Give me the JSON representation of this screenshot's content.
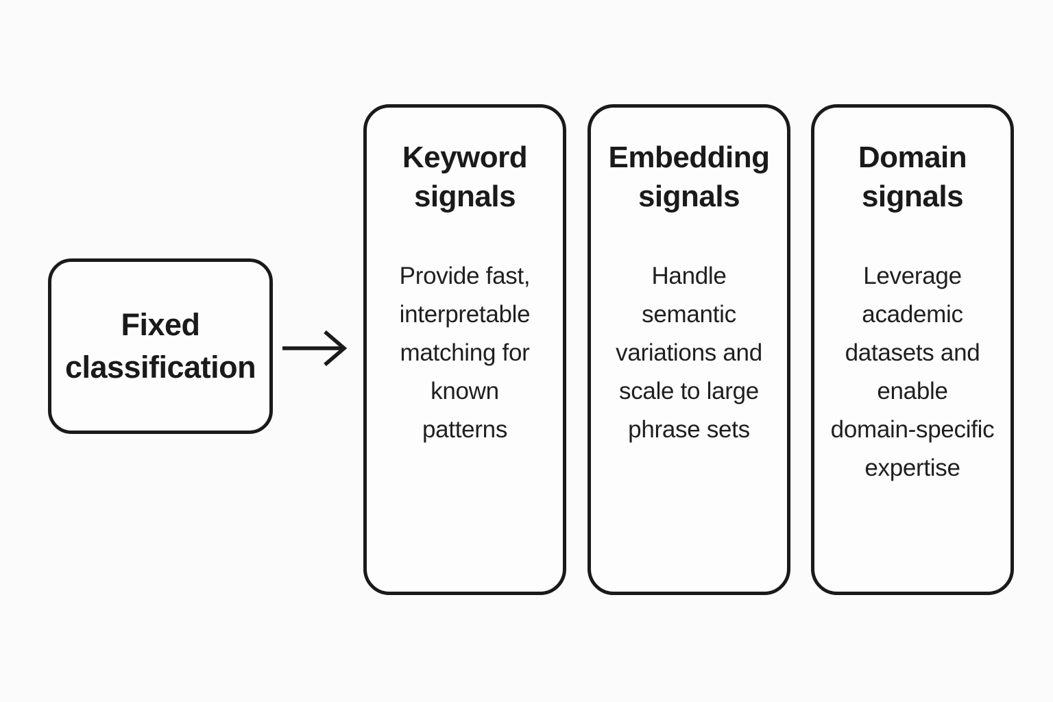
{
  "diagram": {
    "source_node": {
      "label": "Fixed\nclassification"
    },
    "arrow": {
      "direction": "right"
    },
    "cards": [
      {
        "title": "Keyword\nsignals",
        "body": "Provide fast,\ninterpretable\nmatching for\nknown\npatterns"
      },
      {
        "title": "Embedding\nsignals",
        "body": "Handle\nsemantic\nvariations and\nscale to large\nphrase sets"
      },
      {
        "title": "Domain\nsignals",
        "body": "Leverage\nacademic\ndatasets and\nenable\ndomain-specific\nexpertise"
      }
    ],
    "colors": {
      "background": "#fbfbfb",
      "card_fill": "#fdfdfd",
      "border": "#1a1a1a",
      "text": "#1f1f1f"
    }
  }
}
